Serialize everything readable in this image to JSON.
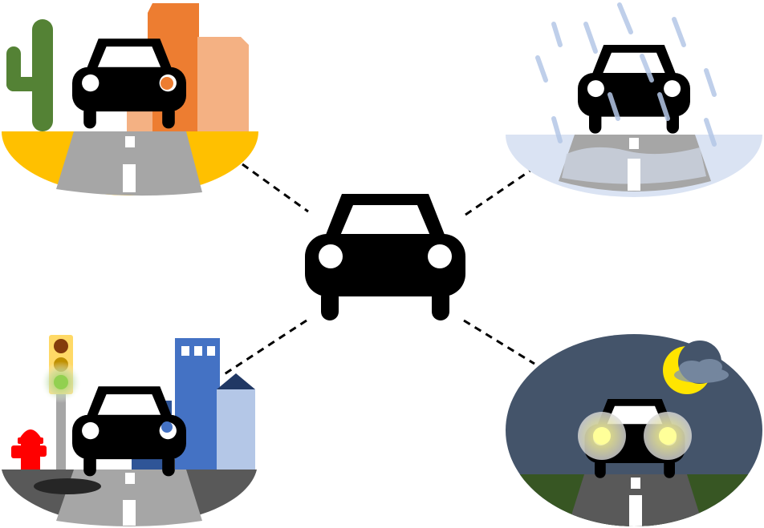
{
  "diagram": {
    "center": {
      "icon": "car-front-icon"
    },
    "scenes": [
      {
        "id": "desert",
        "icons": [
          "cactus-icon",
          "mesa-icon",
          "car-front-icon",
          "road-icon"
        ]
      },
      {
        "id": "rain",
        "icons": [
          "rain-icon",
          "car-front-icon",
          "flooded-road-icon"
        ]
      },
      {
        "id": "city",
        "icons": [
          "traffic-light-icon",
          "fire-hydrant-icon",
          "building-icon",
          "pothole-icon",
          "car-front-icon",
          "road-icon"
        ]
      },
      {
        "id": "night",
        "icons": [
          "crescent-moon-icon",
          "cloud-icon",
          "car-headlights-icon",
          "road-icon"
        ]
      }
    ],
    "connector_style": "dashed",
    "colors": {
      "car": "#000000",
      "desert_ground": "#FFC000",
      "desert_mesa": "#ED7D31",
      "desert_mesa_light": "#F4B183",
      "cactus": "#548235",
      "road": "#A6A6A6",
      "rain": "#B4C7E7",
      "water": "#DAE3F3",
      "city_building": "#4472C4",
      "city_building_light": "#B4C7E7",
      "hydrant": "#FF0000",
      "traffic_light_body": "#FFD966",
      "night_sky": "#44546A",
      "night_grass": "#375623",
      "moon": "#FFE500",
      "headlight": "#FFFF99"
    }
  }
}
